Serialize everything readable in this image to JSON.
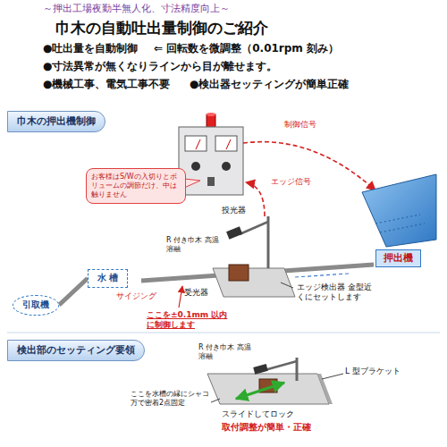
{
  "diagram": {
    "title": "巾木の自動吐出量制御のご紹介",
    "nodes": [
      {
        "text": [
          "巾木の押出機制御"
        ]
      },
      {
        "text": [
          "お客様はS/Wの入切りとボリュームの調節だけ、中は触りません"
        ]
      },
      {
        "text": [
          "押出機"
        ]
      },
      {
        "text": [
          "水 槽"
        ]
      },
      {
        "text": [
          "引取機"
        ]
      },
      {
        "text": [
          "検出部のセッティング要領"
        ]
      }
    ],
    "edges": [
      {
        "from": 3,
        "to": 4,
        "arrow": "none"
      }
    ],
    "labels": [
      "～押出工場夜勤半無人化、寸法精度向上～",
      "●吐出量を自動制御",
      "⇐ 回転数を微調整（0.01rpm 刻み）",
      "●寸法異常が無くなりラインから目が離せます。",
      "●機械工事、電気工事不要",
      "●検出器セッティングが簡単正確",
      "制御信号",
      "エッジ信号",
      "投光器",
      "R 付き巾木 高温溶融",
      "受光器",
      "エッジ検出器 金型近くにセットします",
      "サイジング",
      "ここを±0.1mm 以内に制御します",
      "R 付き巾木 高温溶融",
      "L 型ブラケット",
      "ここを水槽の縁にシャコ万で密着2点固定",
      "スライドしてロック",
      "取付調整が簡単・正確"
    ]
  }
}
